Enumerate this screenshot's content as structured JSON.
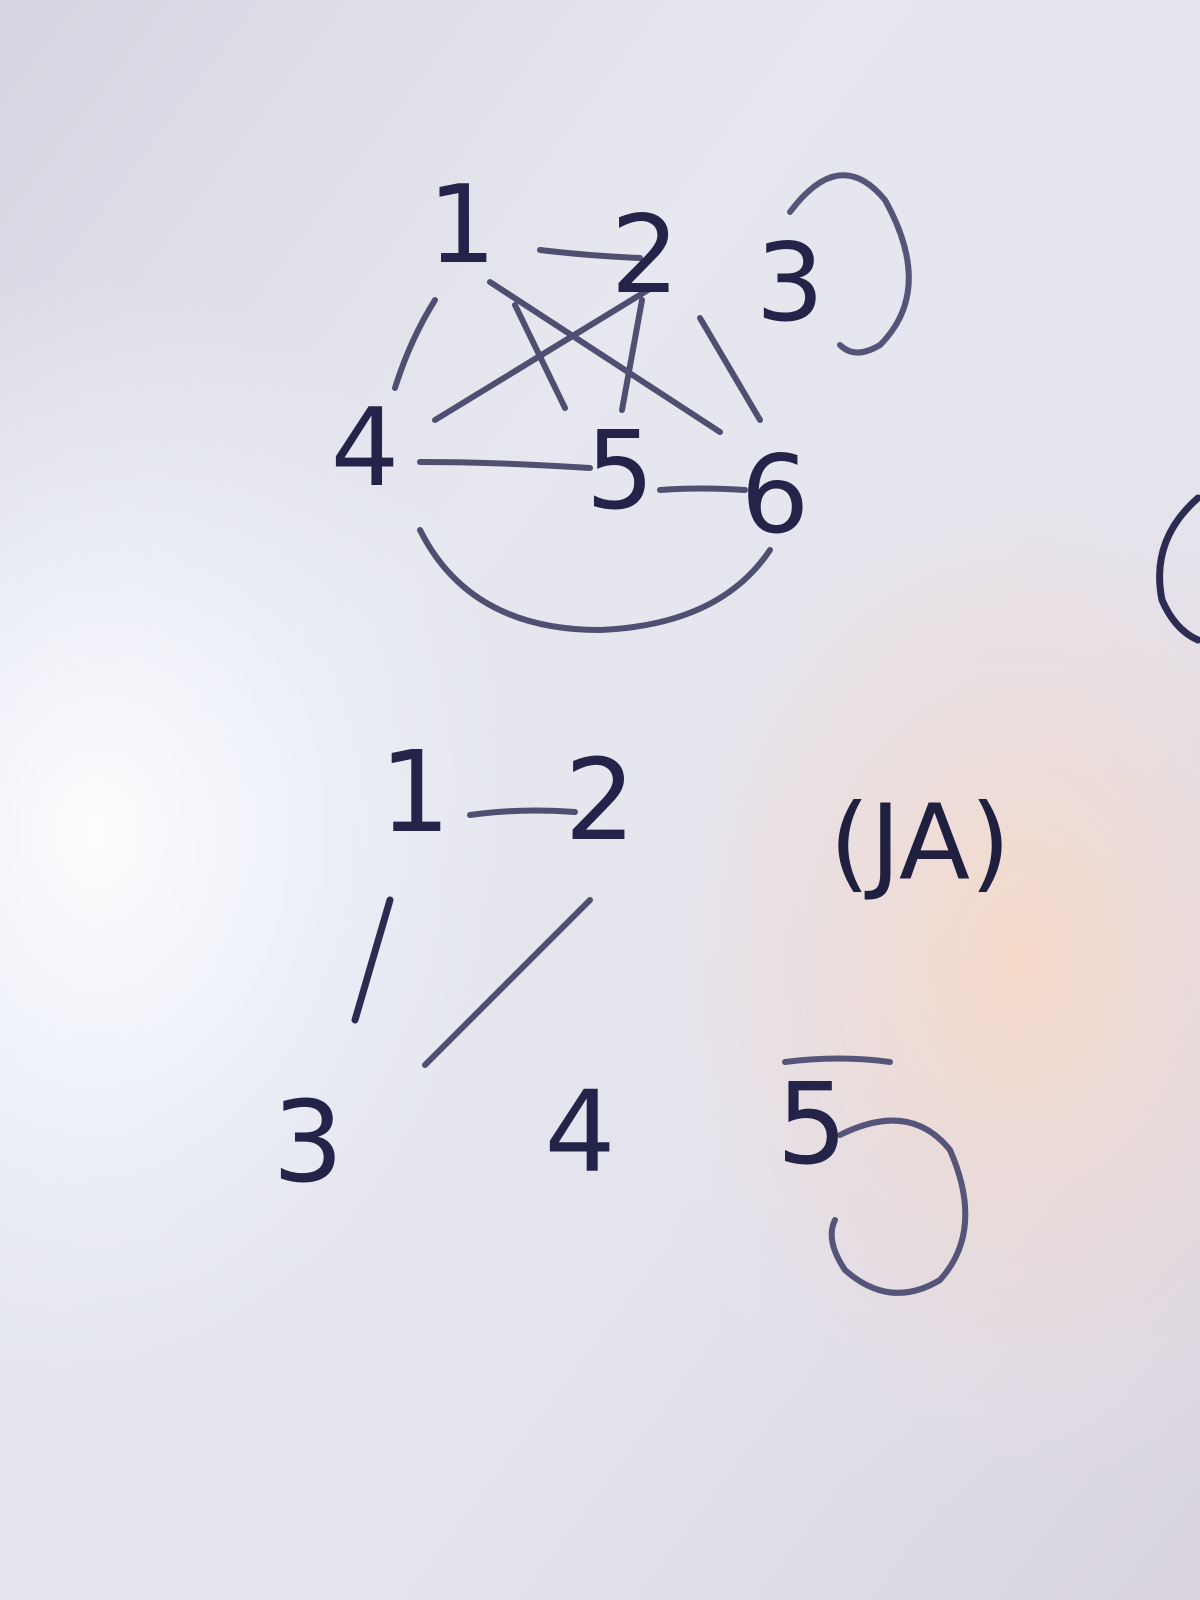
{
  "graph_1": {
    "nodes": [
      {
        "id": "g1-n1",
        "label": "1"
      },
      {
        "id": "g1-n2",
        "label": "2"
      },
      {
        "id": "g1-n3",
        "label": "3"
      },
      {
        "id": "g1-n4",
        "label": "4"
      },
      {
        "id": "g1-n5",
        "label": "5"
      },
      {
        "id": "g1-n6",
        "label": "6"
      }
    ]
  },
  "graph_2": {
    "nodes": [
      {
        "id": "g2-n1",
        "label": "1"
      },
      {
        "id": "g2-n2",
        "label": "2"
      },
      {
        "id": "g2-n3",
        "label": "3"
      },
      {
        "id": "g2-n4",
        "label": "4"
      },
      {
        "id": "g2-n5",
        "label": "5"
      }
    ],
    "annotation": "(JA)"
  },
  "colors": {
    "marker": "#24244a",
    "board": "#e8e8ec"
  }
}
